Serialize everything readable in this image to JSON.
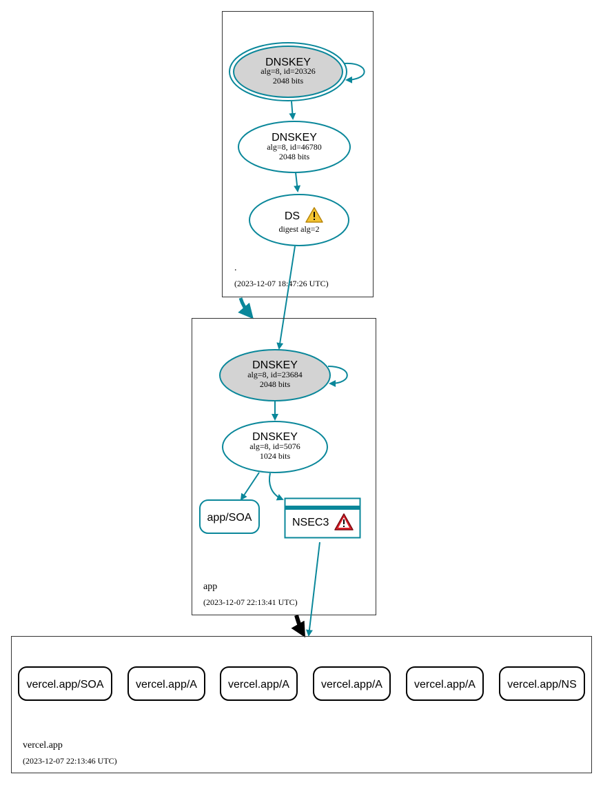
{
  "zones": {
    "root": {
      "name": ".",
      "timestamp": "(2023-12-07 18:47:26 UTC)"
    },
    "app": {
      "name": "app",
      "timestamp": "(2023-12-07 22:13:41 UTC)"
    },
    "vercel": {
      "name": "vercel.app",
      "timestamp": "(2023-12-07 22:13:46 UTC)"
    }
  },
  "root_ksk": {
    "title": "DNSKEY",
    "line1": "alg=8, id=20326",
    "line2": "2048 bits"
  },
  "root_zsk": {
    "title": "DNSKEY",
    "line1": "alg=8, id=46780",
    "line2": "2048 bits"
  },
  "root_ds": {
    "title": "DS",
    "line1": "digest alg=2",
    "status_icon": "warning-icon"
  },
  "app_ksk": {
    "title": "DNSKEY",
    "line1": "alg=8, id=23684",
    "line2": "2048 bits"
  },
  "app_zsk": {
    "title": "DNSKEY",
    "line1": "alg=8, id=5076",
    "line2": "1024 bits"
  },
  "app_soa": {
    "label": "app/SOA"
  },
  "app_nsec3": {
    "label": "NSEC3",
    "status_icon": "error-icon"
  },
  "vercel_records": [
    {
      "label": "vercel.app/SOA"
    },
    {
      "label": "vercel.app/A"
    },
    {
      "label": "vercel.app/A"
    },
    {
      "label": "vercel.app/A"
    },
    {
      "label": "vercel.app/A"
    },
    {
      "label": "vercel.app/NS"
    }
  ],
  "colors": {
    "edge": "#0a879a",
    "key_fill": "#d3d3d3",
    "warning": "#f4c430",
    "error": "#d9202a",
    "delegation_insecure": "#000000"
  }
}
